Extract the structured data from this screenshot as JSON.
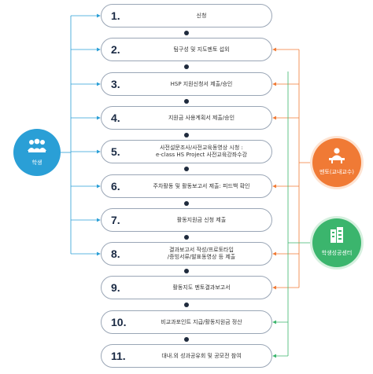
{
  "steps": [
    {
      "num": "1.",
      "text": "신청",
      "to_student": true
    },
    {
      "num": "2.",
      "text": "팀구성 및 지도멘토 섭외",
      "to_student": true,
      "from_mentor": true
    },
    {
      "num": "3.",
      "text": "HSP 지원신청서 제출/승인",
      "to_student": true,
      "from_mentor": true
    },
    {
      "num": "4.",
      "text": "지원금 사용계획서 제출/승인",
      "to_student": true,
      "from_mentor": true
    },
    {
      "num": "5.",
      "text": "사전설문조사/사전교육동영상 시청 :\ne-class HS Project 사전교육강좌수강",
      "to_student": true
    },
    {
      "num": "6.",
      "text": "주차활동 및 활동보고서 제출: 피드백 확인",
      "to_student": true,
      "from_mentor": true
    },
    {
      "num": "7.",
      "text": "활동지원금 신청 제출",
      "to_student": true
    },
    {
      "num": "8.",
      "text": "결과보고서 작성/프로토타입\n/증빙서류/발표동영상 등 제출",
      "to_student": true,
      "from_mentor": true
    },
    {
      "num": "9.",
      "text": "활동지도 멘토결과보고서",
      "from_mentor": true
    },
    {
      "num": "10.",
      "text": "비교과포인트 지급/활동지원금 정산",
      "from_center": true
    },
    {
      "num": "11.",
      "text": "대내.외 성과공유회 및 공모전 참여",
      "from_center": true
    }
  ],
  "actors": {
    "student": {
      "label": "학생",
      "icon": "students-icon",
      "color": "#2a9fd6"
    },
    "mentor": {
      "label": "멘토(교내교수)",
      "icon": "teacher-icon",
      "color": "#f07a35"
    },
    "center": {
      "label": "학생성공센터",
      "icon": "building-icon",
      "color": "#3bb56d"
    }
  }
}
